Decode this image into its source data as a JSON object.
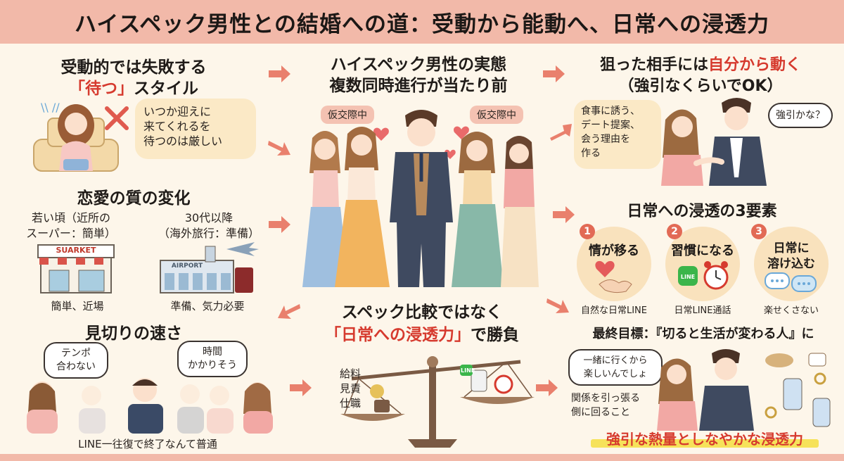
{
  "title": "ハイスペック男性との結婚への道：受動から能動へ、日常への浸透力",
  "passive": {
    "heading1": "受動的では失敗する",
    "heading2_red": "「待つ」",
    "heading2_rest": "スタイル",
    "bubble": "いつか迎えに\n来てくれるを\n待つのは厳しい"
  },
  "love_quality": {
    "heading": "恋愛の質の変化",
    "young_line1": "若い頃（近所の",
    "young_line2": "スーパー：簡単）",
    "older_line1": "30代以降",
    "older_line2": "（海外旅行：準備）",
    "store_sign": "SUARKET",
    "airport_sign": "AIRPORT",
    "young_caption": "簡単、近場",
    "older_caption": "準備、気力必要"
  },
  "cutoff": {
    "heading": "見切りの速さ",
    "bubble_left": "テンポ\n合わない",
    "bubble_right": "時間\nかかりそう",
    "caption": "LINE一往復で終了なんて普通"
  },
  "center": {
    "heading1": "ハイスペック男性の実態",
    "heading2": "複数同時進行が当たり前",
    "tag_left": "仮交際中",
    "tag_right": "仮交際中",
    "compare1": "スペック比較ではなく",
    "compare2_red": "「日常への浸透力」",
    "compare2_rest": "で勝負",
    "scale_labels": [
      "給料",
      "見責",
      "仕職"
    ],
    "line_icon": "LINE"
  },
  "active": {
    "heading1_pre": "狙った相手には",
    "heading1_red": "自分から動く",
    "heading2": "（強引なくらいでOK）",
    "bubble_left": "食事に誘う、\nデート提案、\n会う理由を\n作る",
    "bubble_right": "強引かな？"
  },
  "elements": {
    "heading": "日常への浸透の3要素",
    "items": [
      {
        "num": "1",
        "label_line1": "情が移る",
        "label_line2": "",
        "caption": "自然な日常LINE"
      },
      {
        "num": "2",
        "label_line1": "習慣になる",
        "label_line2": "",
        "caption": "日常LINE通話"
      },
      {
        "num": "3",
        "label_line1": "日常に",
        "label_line2": "溶け込む",
        "caption": "楽せくさない"
      }
    ]
  },
  "goal": {
    "heading": "最終目標：『切ると生活が変わる人』に",
    "bubble": "一緒に行くから\n楽しいんでしょ",
    "caption1": "関係を引っ張る",
    "caption2": "側に回ること",
    "banner": "強引な熱量としなやかな浸透力"
  },
  "colors": {
    "accent_red": "#d63a2e",
    "title_bar": "#f2b9a9",
    "background": "#fdf6ea",
    "circle_fill": "#f9e2bd"
  }
}
